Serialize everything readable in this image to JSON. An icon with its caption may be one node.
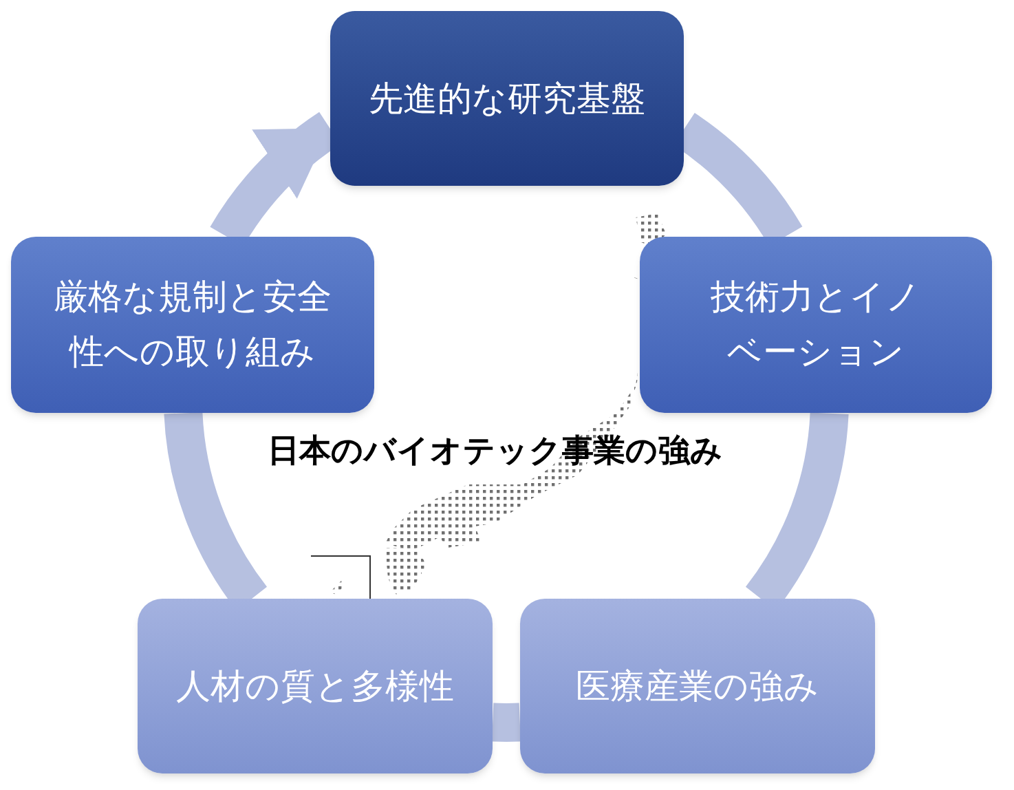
{
  "diagram": {
    "title": "日本のバイオテック事業の強み",
    "nodes": [
      {
        "text": [
          "先進的な研究基盤"
        ]
      },
      {
        "text": [
          "厳格な規制と安全性への取り組み"
        ]
      },
      {
        "text": [
          "技術力とイノベーション"
        ]
      },
      {
        "text": [
          "人材の質と多様性"
        ]
      },
      {
        "text": [
          "医療産業の強み"
        ]
      }
    ],
    "edges": [
      {
        "from": 0,
        "to": 2,
        "arrow": "none"
      },
      {
        "from": 2,
        "to": 4,
        "arrow": "none"
      },
      {
        "from": 4,
        "to": 3,
        "arrow": "none"
      },
      {
        "from": 3,
        "to": 1,
        "arrow": "none"
      },
      {
        "from": 1,
        "to": 0,
        "arrow": "to"
      }
    ]
  }
}
